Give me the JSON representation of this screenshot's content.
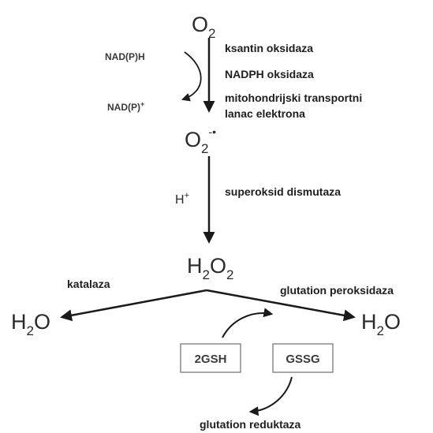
{
  "species": {
    "o2": {
      "base": "O",
      "sub": "2"
    },
    "superoxide": {
      "base": "O",
      "sub": "2",
      "sup": "-•"
    },
    "h2o2": {
      "h": "H",
      "h_sub": "2",
      "o": "O",
      "o_sub": "2"
    },
    "water_left": {
      "h": "H",
      "h_sub": "2",
      "o": "O"
    },
    "water_right": {
      "h": "H",
      "h_sub": "2",
      "o": "O"
    },
    "nadph": "NAD(P)H",
    "nadp": "NAD(P)",
    "nadp_sup": "+",
    "proton": "H",
    "proton_sup": "+"
  },
  "enzymes": {
    "xanthine_oxidase": "ksantin oksidaza",
    "nadph_oxidase": "NADPH oksidaza",
    "mito_line1": "mitohondrijski transportni",
    "mito_line2": "lanac elektrona",
    "sod": "superoksid dismutaza",
    "catalase": "katalaza",
    "gpx": "glutation peroksidaza",
    "gr": "glutation reduktaza"
  },
  "boxes": {
    "gsh": "2GSH",
    "gssg": "GSSG"
  },
  "colors": {
    "line": "#1a1a1a",
    "box_border": "#8a8a8a",
    "box_text": "#3c3c3c"
  }
}
